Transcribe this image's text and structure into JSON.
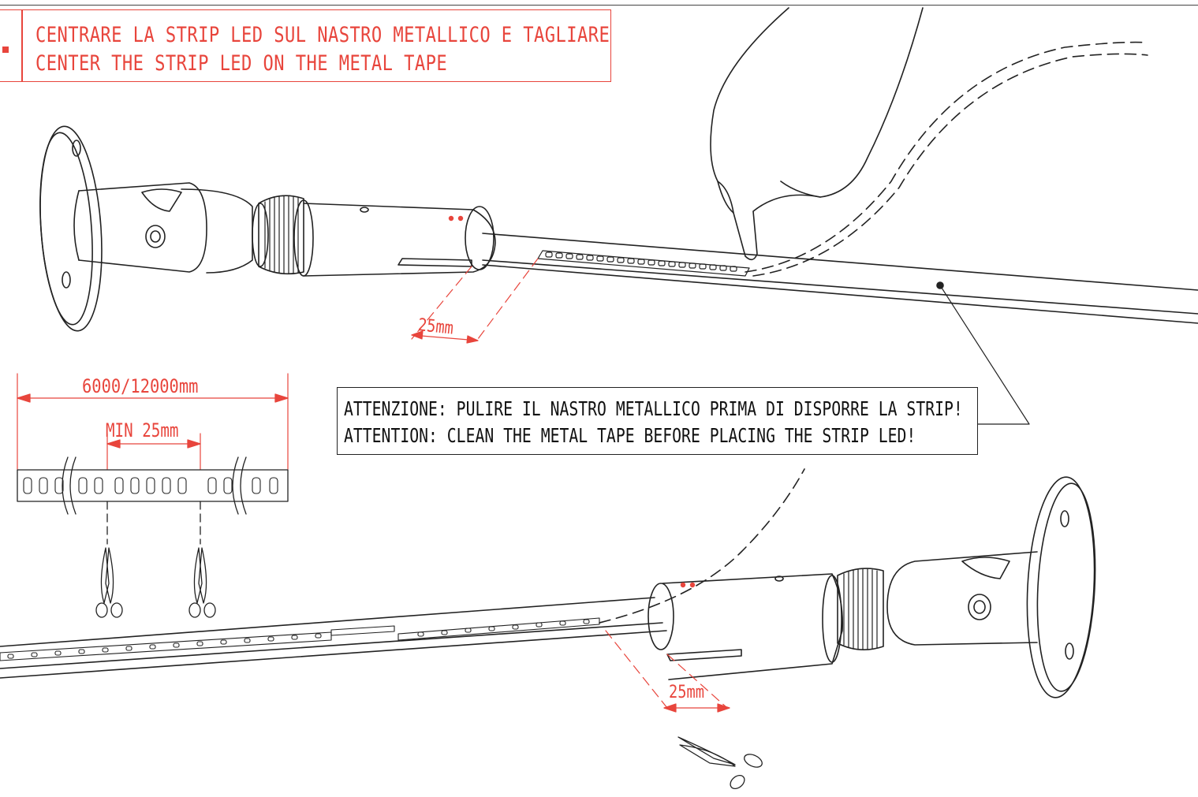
{
  "title": {
    "line_it": "CENTRARE LA STRIP LED SUL NASTRO METALLICO E TAGLIARE",
    "line_en": "CENTER THE STRIP LED ON THE METAL TAPE"
  },
  "warning": {
    "line_it": "ATTENZIONE: PULIRE IL NASTRO METALLICO PRIMA DI DISPORRE LA STRIP!",
    "line_en": "ATTENTION: CLEAN THE METAL TAPE BEFORE PLACING THE STRIP LED!"
  },
  "dimensions": {
    "offset_top": "25mm",
    "offset_bottom": "25mm",
    "total_length": "6000/12000mm",
    "min_cut": "MIN 25mm"
  },
  "colors": {
    "accent": "#e8453c",
    "line": "#222222"
  },
  "icons": [
    "scissors-icon",
    "hand-icon",
    "wall-bracket-icon",
    "led-strip-icon",
    "screw-icon"
  ]
}
